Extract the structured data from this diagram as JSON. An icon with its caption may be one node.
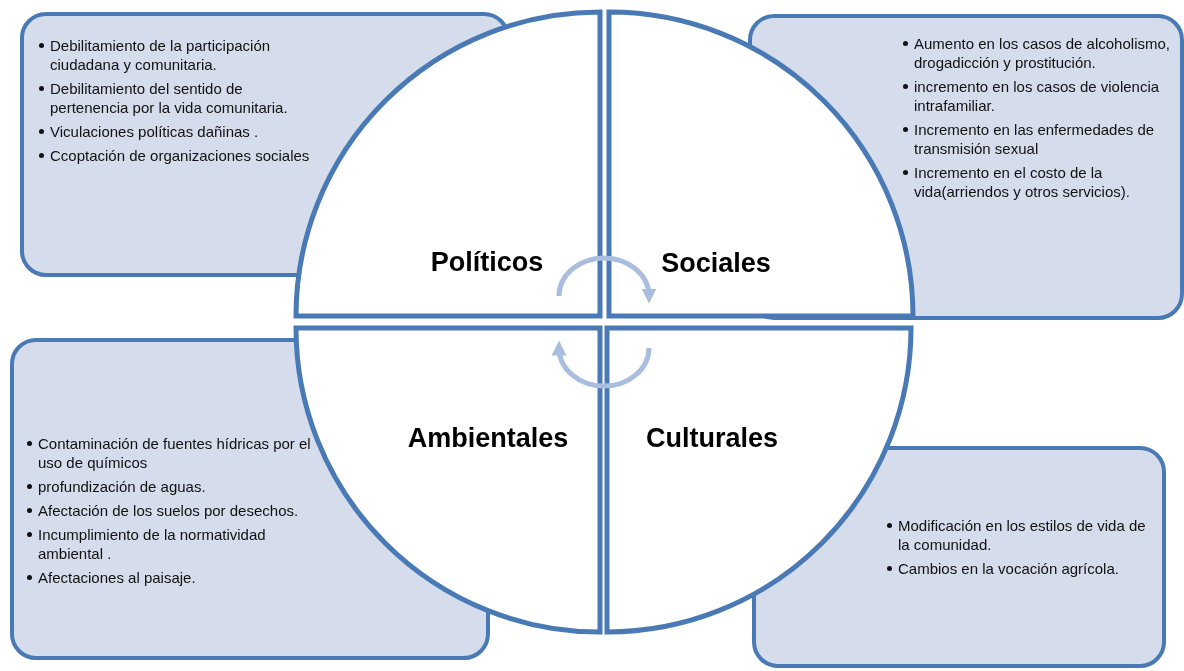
{
  "diagram": {
    "nodes": [
      {
        "text": [
          "Debilitamiento de la participación ciudadana y comunitaria.",
          "Debilitamiento del sentido de pertenencia  por la vida comunitaria.",
          "Viculaciones políticas dañinas .",
          "Ccoptación de organizaciones sociales"
        ]
      },
      {
        "text": [
          "Políticos"
        ]
      },
      {
        "text": [
          "Sociales"
        ]
      },
      {
        "text": [
          "Aumento  en los casos de alcoholismo, drogadicción  y prostitución.",
          "incremento en los casos  de violencia intrafamiliar.",
          "Incremento en las enfermedades de transmisión sexual",
          "Incremento en el costo de la vida(arriendos y otros servicios)."
        ]
      },
      {
        "text": [
          "Contaminación de fuentes hídricas  por el uso de  químicos",
          "profundización de  aguas.",
          "Afectación de los suelos  por desechos.",
          "Incumplimiento de  la normatividad ambiental .",
          "Afectaciones al paisaje."
        ]
      },
      {
        "text": [
          "Ambientales"
        ]
      },
      {
        "text": [
          "Culturales"
        ]
      },
      {
        "text": [
          "Modificación en los estilos de vida de la comunidad.",
          "Cambios en la vocación agrícola."
        ]
      }
    ],
    "edges": [
      {
        "from": 1,
        "to": 2,
        "arrow": "to"
      },
      {
        "from": 6,
        "to": 5,
        "arrow": "to"
      }
    ]
  }
}
